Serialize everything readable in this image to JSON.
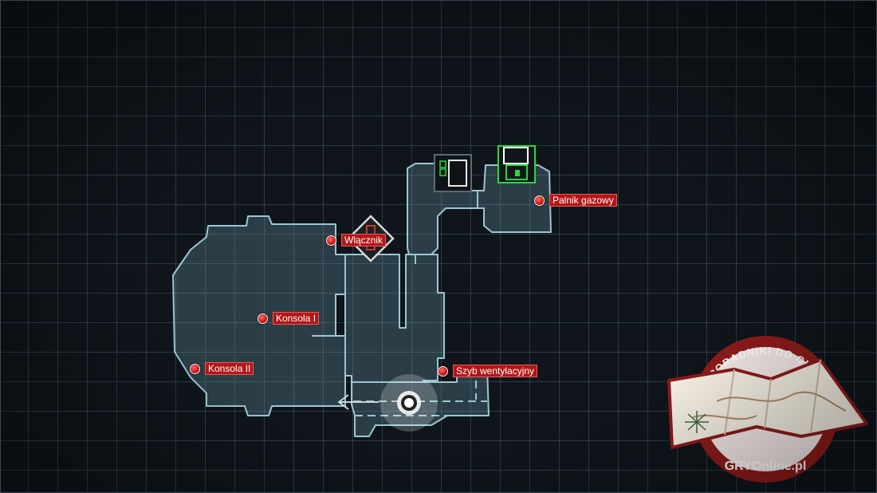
{
  "map": {
    "markers": [
      {
        "id": "wlacznik",
        "label": "Wlącznik"
      },
      {
        "id": "palnik",
        "label": "Palnik gazowy"
      },
      {
        "id": "konsola1",
        "label": "Konsola I"
      },
      {
        "id": "konsola2",
        "label": "Konsola II"
      },
      {
        "id": "szyb",
        "label": "Szyb wentylacyjny"
      }
    ],
    "icons": {
      "save_station": "save-station-icon",
      "store": "store-icon",
      "objective": "objective-diamond-icon",
      "player": "player-position-icon",
      "exit_arrow": "exit-arrow-icon"
    },
    "colors": {
      "grid": "#4a5a66",
      "room_fill": "#3e5c66",
      "room_outline": "#8fb9c4",
      "marker_red": "#b31717",
      "save_green": "#27d23a"
    }
  },
  "watermark": {
    "top_text": "PORADNIKI DO GIER",
    "bottom_text": "GRYOnline.pl"
  }
}
